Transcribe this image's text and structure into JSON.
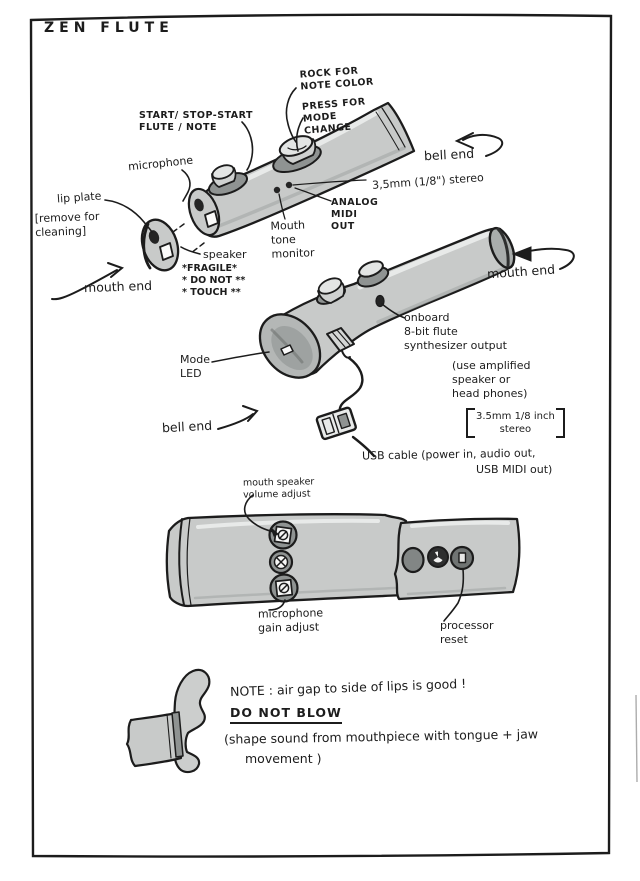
{
  "title": "ZEN FLUTE",
  "colors": {
    "ink": "#1c1c1c",
    "body_gray": "#c8cac9",
    "shade_gray": "#8f9392",
    "paper": "#ffffff"
  },
  "exploded_view": {
    "rock_label": "ROCK FOR\nNOTE COLOR",
    "press_label": "PRESS FOR\nMODE\n CHANGE",
    "start_label": "START/ STOP-START\nFLUTE /  NOTE",
    "microphone_label": "microphone",
    "bell_end_label": "bell end",
    "stereo_label": "3,5mm (1/8\") stereo",
    "analog_midi_label": "ANALOG\nMIDI\nOUT",
    "mouth_tone_label": "Mouth\ntone\nmonitor",
    "lip_plate_label": "lip plate",
    "lip_plate_note": "[remove for\n cleaning]",
    "speaker_label": "speaker",
    "fragile_label": "*FRAGILE*\n* DO NOT **\n*  TOUCH **",
    "mouth_end_label": "mouth end"
  },
  "side_view": {
    "mouth_end_label": "mouth end",
    "onboard_label": "onboard\n8-bit flute\n synthesizer output",
    "amplified_label": "(use amplified\n speaker or\n  head phones)",
    "stereo_spec": "3.5mm  1/8 inch\nstereo",
    "usb_label": "USB cable (power in, audio out,",
    "usb_label2": "USB MIDI out)",
    "mode_led_label": "Mode\nLED",
    "bell_end_label": "bell end"
  },
  "adjust_view": {
    "volume_label": "mouth speaker\nvolume adjust",
    "gain_label": "microphone\ngain adjust",
    "reset_label": "processor\nreset"
  },
  "notes": {
    "air_gap": "NOTE : air gap to side of lips is good !",
    "do_not_blow": "DO NOT BLOW",
    "shape_sound": "(shape sound from mouthpiece with tongue + jaw",
    "movement": "movement )"
  }
}
